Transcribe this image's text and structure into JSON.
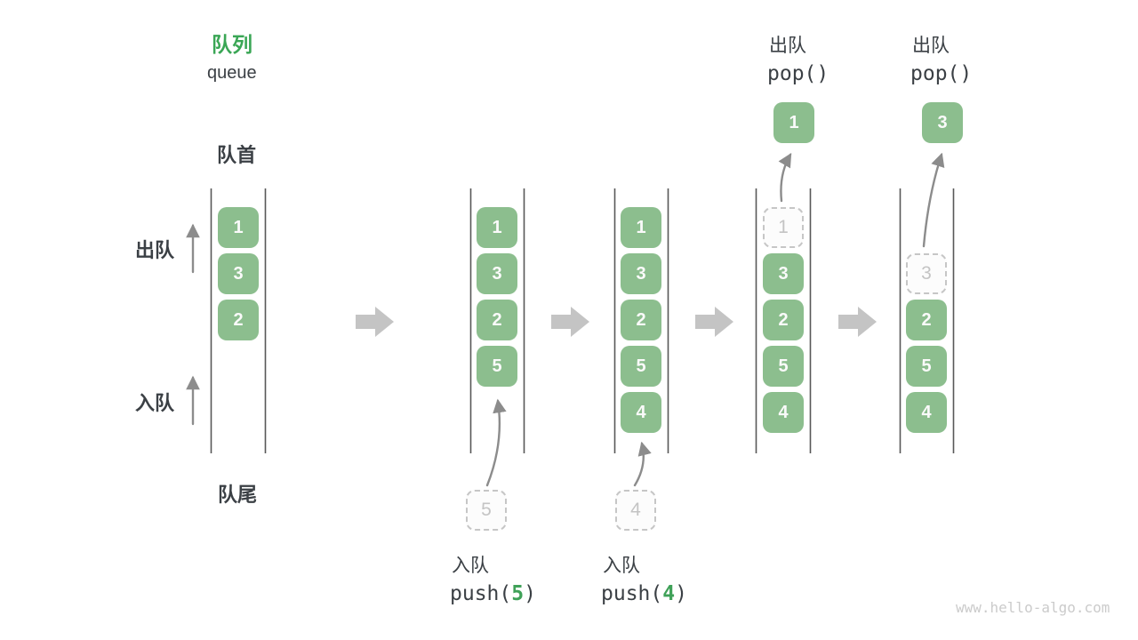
{
  "title": {
    "zh": "队列",
    "en": "queue"
  },
  "side_labels": {
    "front": "队首",
    "rear": "队尾",
    "dequeue": "出队",
    "enqueue": "入队"
  },
  "columns": [
    {
      "boxes": [
        "1",
        "3",
        "2"
      ]
    },
    {
      "boxes": [
        "1",
        "3",
        "2",
        "5"
      ],
      "incoming": "5"
    },
    {
      "boxes": [
        "1",
        "3",
        "2",
        "5",
        "4"
      ],
      "incoming": "4"
    },
    {
      "boxes": [
        "3",
        "2",
        "5",
        "4"
      ],
      "removed": "1",
      "popped": "1"
    },
    {
      "boxes": [
        "2",
        "5",
        "4"
      ],
      "removed": "3",
      "popped": "3"
    }
  ],
  "ops": {
    "push5": {
      "label": "入队",
      "fn_prefix": "push(",
      "arg": "5",
      "fn_suffix": ")"
    },
    "push4": {
      "label": "入队",
      "fn_prefix": "push(",
      "arg": "4",
      "fn_suffix": ")"
    },
    "pop1": {
      "label": "出队",
      "fn": "pop()"
    },
    "pop2": {
      "label": "出队",
      "fn": "pop()"
    }
  },
  "watermark": "www.hello-algo.com",
  "colors": {
    "box_green": "#8cbe8e",
    "title_green": "#3aa655",
    "arg_green": "#3fa158",
    "text_dark": "#3b4045",
    "wall": "#585858",
    "thin_arrow": "#8c8c8c",
    "block_arrow": "#c4c4c4",
    "dashed_border": "#c6c6c6",
    "watermark": "#cbcbcb"
  }
}
